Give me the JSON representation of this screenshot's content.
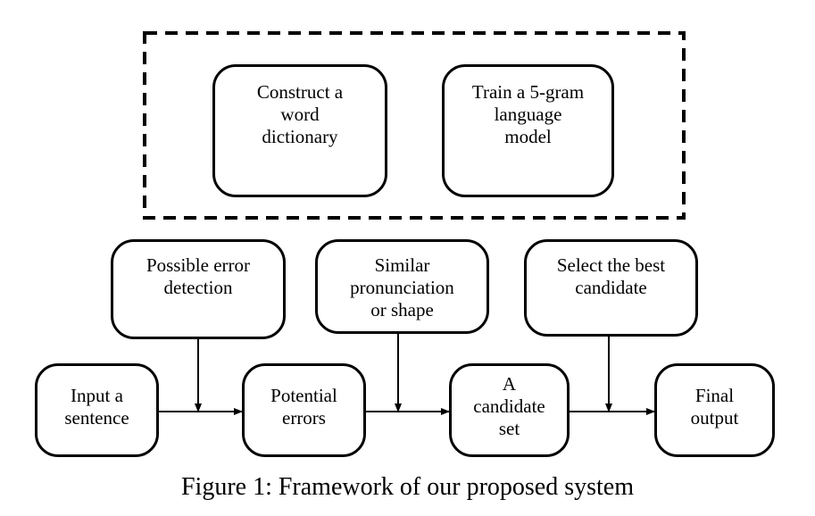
{
  "caption": "Figure 1: Framework of our proposed system",
  "preprocessing": {
    "dictionary": "Construct a\nword\ndictionary",
    "language_model": "Train a 5-gram\nlanguage\nmodel"
  },
  "modules": {
    "error_detection": "Possible error\ndetection",
    "similar": "Similar\npronunciation\nor shape",
    "select_best": "Select the best\ncandidate"
  },
  "pipeline": {
    "input": "Input a\nsentence",
    "potential_errors": "Potential\nerrors",
    "candidate_set": "A\ncandidate\nset",
    "final_output": "Final\noutput"
  }
}
